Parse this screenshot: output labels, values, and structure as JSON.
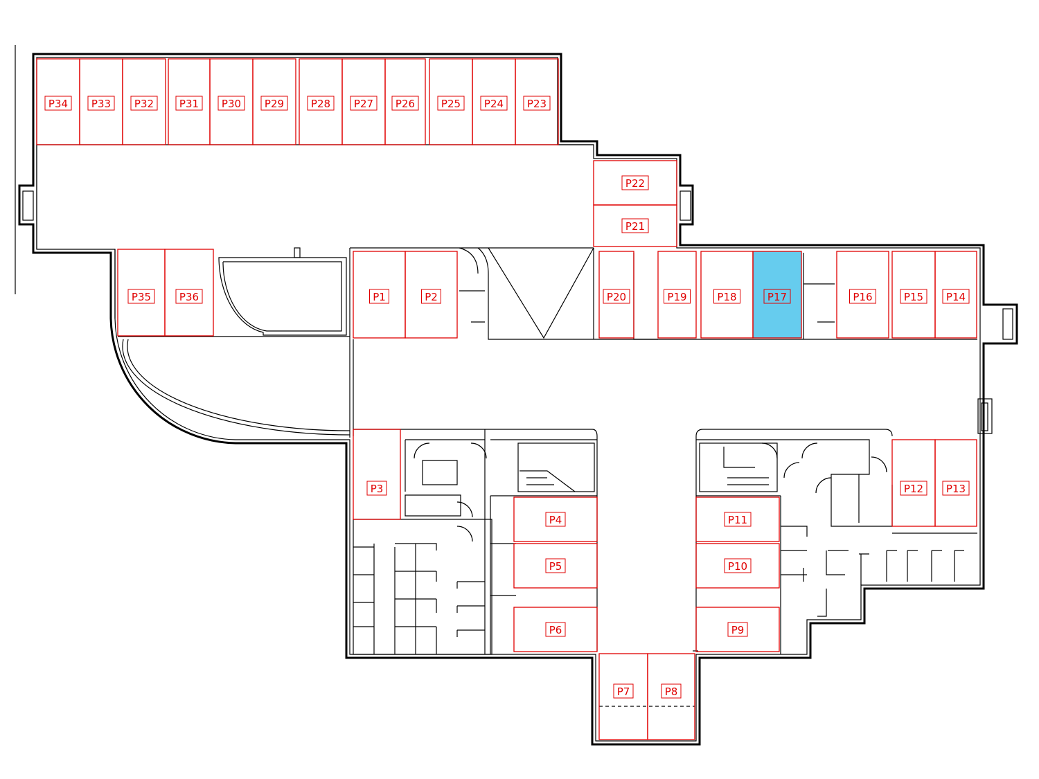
{
  "floor_plan": {
    "accent_color": "#e00000",
    "selected_color": "#66ccee",
    "selected_slot": "P17",
    "slots": [
      {
        "id": "P1",
        "label": "P1"
      },
      {
        "id": "P2",
        "label": "P2"
      },
      {
        "id": "P3",
        "label": "P3"
      },
      {
        "id": "P4",
        "label": "P4"
      },
      {
        "id": "P5",
        "label": "P5"
      },
      {
        "id": "P6",
        "label": "P6"
      },
      {
        "id": "P7",
        "label": "P7"
      },
      {
        "id": "P8",
        "label": "P8"
      },
      {
        "id": "P9",
        "label": "P9"
      },
      {
        "id": "P10",
        "label": "P10"
      },
      {
        "id": "P11",
        "label": "P11"
      },
      {
        "id": "P12",
        "label": "P12"
      },
      {
        "id": "P13",
        "label": "P13"
      },
      {
        "id": "P14",
        "label": "P14"
      },
      {
        "id": "P15",
        "label": "P15"
      },
      {
        "id": "P16",
        "label": "P16"
      },
      {
        "id": "P17",
        "label": "P17"
      },
      {
        "id": "P18",
        "label": "P18"
      },
      {
        "id": "P19",
        "label": "P19"
      },
      {
        "id": "P20",
        "label": "P20"
      },
      {
        "id": "P21",
        "label": "P21"
      },
      {
        "id": "P22",
        "label": "P22"
      },
      {
        "id": "P23",
        "label": "P23"
      },
      {
        "id": "P24",
        "label": "P24"
      },
      {
        "id": "P25",
        "label": "P25"
      },
      {
        "id": "P26",
        "label": "P26"
      },
      {
        "id": "P27",
        "label": "P27"
      },
      {
        "id": "P28",
        "label": "P28"
      },
      {
        "id": "P29",
        "label": "P29"
      },
      {
        "id": "P30",
        "label": "P30"
      },
      {
        "id": "P31",
        "label": "P31"
      },
      {
        "id": "P32",
        "label": "P32"
      },
      {
        "id": "P33",
        "label": "P33"
      },
      {
        "id": "P34",
        "label": "P34"
      },
      {
        "id": "P35",
        "label": "P35"
      },
      {
        "id": "P36",
        "label": "P36"
      }
    ]
  }
}
